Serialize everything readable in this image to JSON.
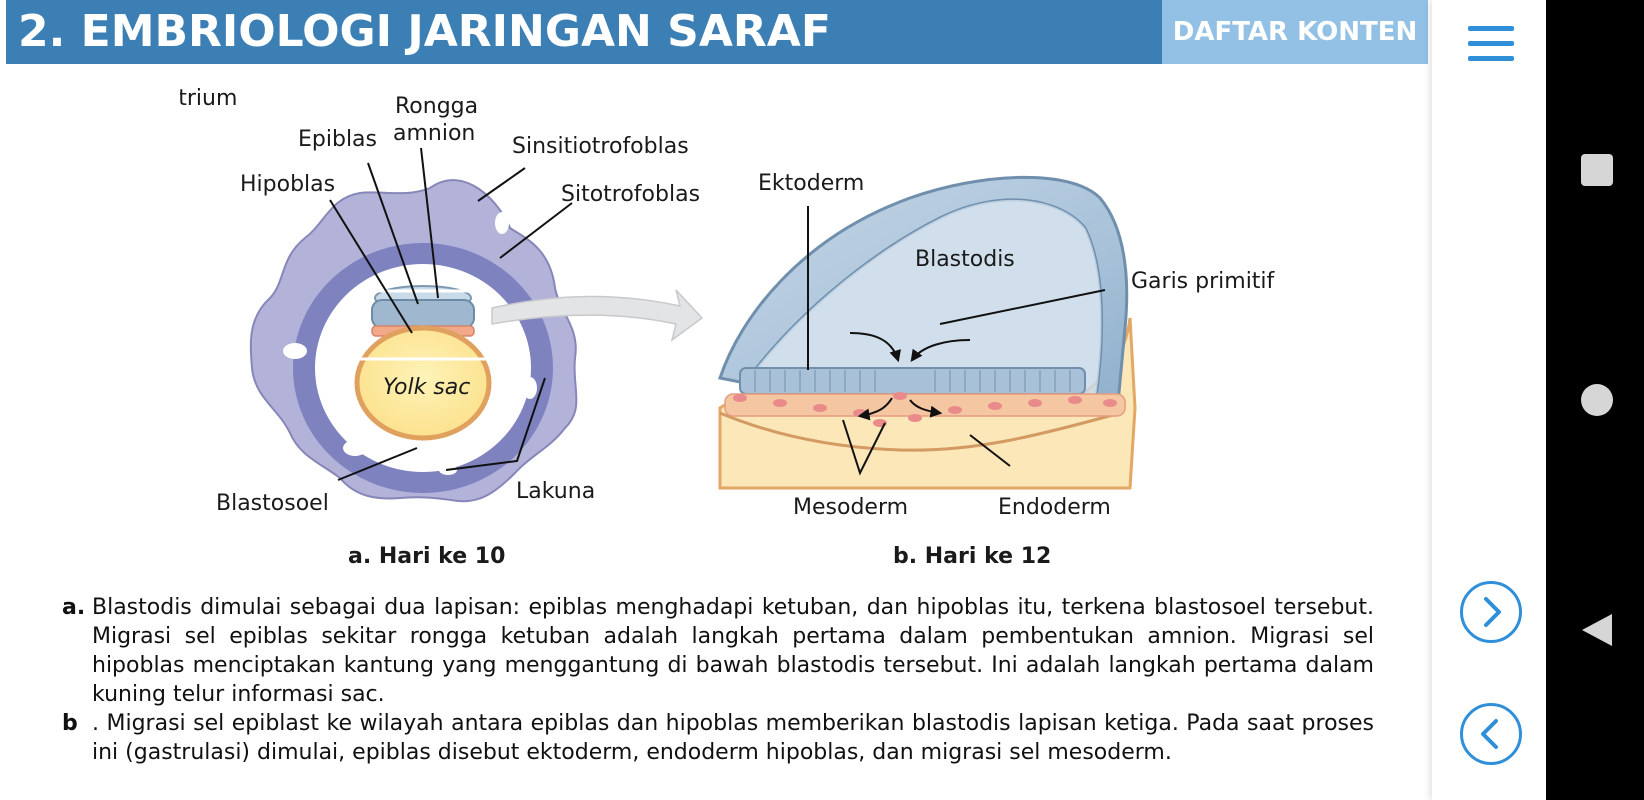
{
  "header": {
    "title": "2. EMBRIOLOGI JARINGAN SARAF",
    "toc_label": "DAFTAR KONTEN"
  },
  "figure": {
    "labels": {
      "endometrium": "Endometrium",
      "rongga": "Rongga",
      "amnion": "amnion",
      "epiblas": "Epiblas",
      "sinsitiotrofoblas": "Sinsitiotrofoblas",
      "hipoblas": "Hipoblas",
      "sitotrofoblas": "Sitotrofoblas",
      "yolk_sac": "Yolk sac",
      "blastosoel": "Blastosoel",
      "lakuna": "Lakuna",
      "ektoderm": "Ektoderm",
      "blastodis": "Blastodis",
      "garis_primitif": "Garis primitif",
      "mesoderm": "Mesoderm",
      "endoderm": "Endoderm"
    },
    "caption_a": "a. Hari ke 10",
    "caption_b": "b. Hari ke 12"
  },
  "description": {
    "a_label": "a.",
    "a_text": "Blastodis dimulai sebagai dua lapisan: epiblas menghadapi ketuban, dan hipoblas itu, terkena blastosoel tersebut. Migrasi sel epiblas sekitar rongga ketuban adalah langkah pertama dalam pembentukan amnion. Migrasi sel hipoblas menciptakan kantung yang menggantung di bawah blastodis tersebut. Ini adalah langkah pertama dalam kuning telur informasi sac.",
    "b_label": "b",
    "b_text": ". Migrasi sel epiblast ke wilayah antara epiblas dan hipoblas memberikan blastodis lapisan ketiga. Pada saat proses ini (gastrulasi) dimulai, epiblas disebut ektoderm, endoderm hipoblas, dan migrasi sel mesoderm."
  },
  "icons": {
    "menu": "hamburger-menu-icon",
    "next": "chevron-right-icon",
    "prev": "chevron-left-icon",
    "recents": "square-icon",
    "home": "circle-icon",
    "back": "triangle-back-icon"
  },
  "colors": {
    "header_bg": "#3b7fb5",
    "toc_bg": "#93c1e6",
    "accent": "#2f8fd8",
    "nav_bar": "#000000"
  }
}
